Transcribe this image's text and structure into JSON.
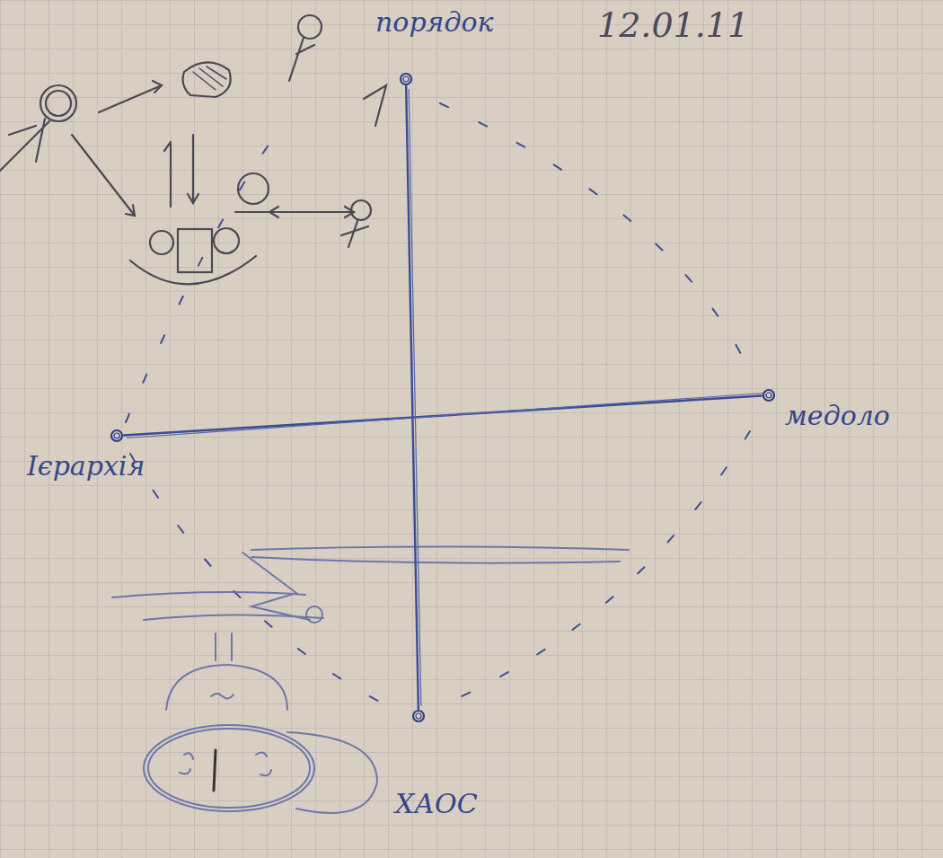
{
  "diagram": {
    "nodes": [
      {
        "text": [
          "порядок"
        ]
      },
      {
        "text": [
          "Ієрархія"
        ]
      },
      {
        "text": [
          "медоло"
        ]
      },
      {
        "text": [
          "ХАОС"
        ]
      }
    ],
    "edges": [
      {
        "from": 0,
        "to": 3,
        "arrow": "none"
      },
      {
        "from": 1,
        "to": 2,
        "arrow": "none"
      }
    ],
    "labels": [
      "12.01.11"
    ]
  }
}
